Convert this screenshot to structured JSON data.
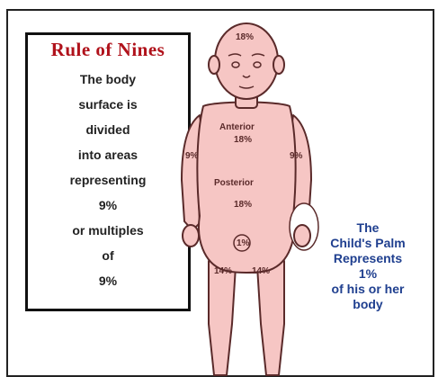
{
  "rule_box": {
    "title": "Rule of Nines",
    "lines": [
      "The body",
      "surface is",
      "divided",
      "into areas",
      "representing",
      "9%",
      "or multiples",
      "of",
      "9%"
    ]
  },
  "body_labels": {
    "head": "18%",
    "anterior_label": "Anterior",
    "anterior_value": "18%",
    "posterior_label": "Posterior",
    "posterior_value": "18%",
    "left_arm": "9%",
    "right_arm": "9%",
    "groin": "1%",
    "left_leg": "14%",
    "right_leg": "14%"
  },
  "palm_text": {
    "lines": [
      "The",
      "Child's Palm",
      "Represents",
      "1%",
      "of his or her",
      "body"
    ]
  },
  "colors": {
    "skin": "#f6c6c4",
    "outline": "#5a2a2a",
    "title_red": "#b0121b",
    "palm_blue": "#1f3f8f"
  }
}
